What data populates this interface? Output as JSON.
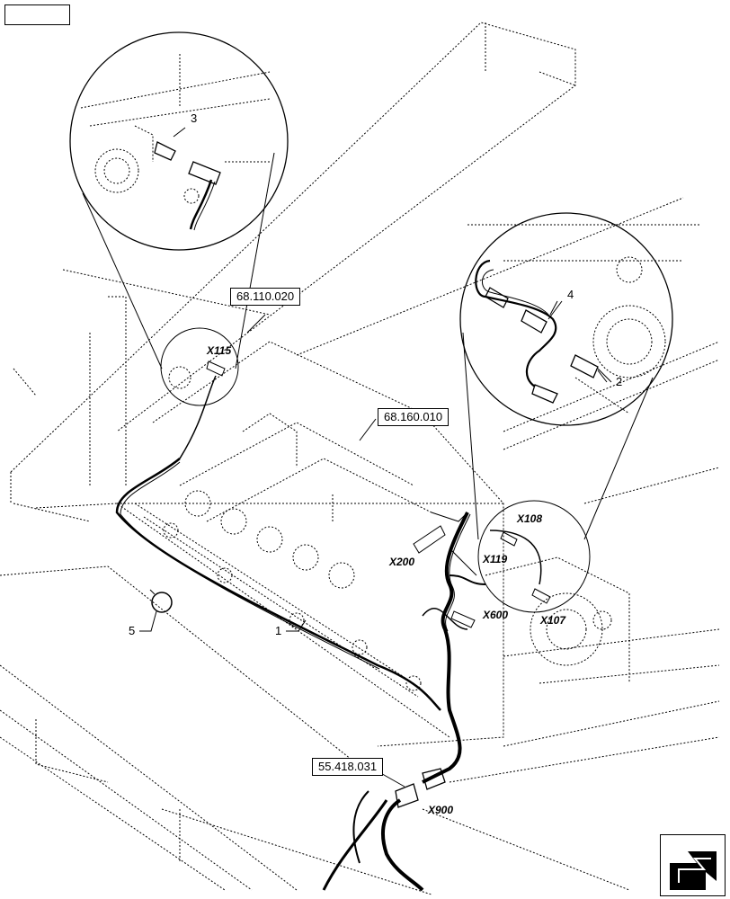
{
  "references": {
    "ref_top": "68.110.020",
    "ref_mid": "68.160.010",
    "ref_bottom": "55.418.031"
  },
  "connectors": {
    "x115": "X115",
    "x108": "X108",
    "x119": "X119",
    "x200": "X200",
    "x600": "X600",
    "x107": "X107",
    "x900": "X900"
  },
  "items": {
    "i1": "1",
    "i2": "2",
    "i3": "3",
    "i4": "4",
    "i5": "5"
  },
  "icons": {
    "top_left": "back-arrow-icon",
    "bottom_right": "next-arrow-icon"
  }
}
